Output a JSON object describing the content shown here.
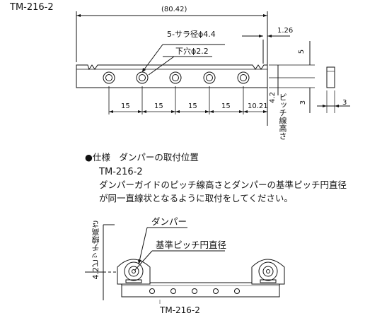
{
  "top": {
    "model": "TM-216-2",
    "overall_length": "(80.42)",
    "hole_spec": "5-サラ径ϕ4.4",
    "pilot_spec": "下穴ϕ2.2",
    "offset": "1.26",
    "pitches": [
      "15",
      "15",
      "15",
      "15",
      "10.21"
    ],
    "height_top": "5",
    "height_line": "4.2",
    "height_bottom": "3",
    "width_side": "3",
    "pitch_height_label": "ピッチ線高さ"
  },
  "spec": {
    "heading_bullet": "●",
    "heading": "仕様　ダンパーの取付位置",
    "model": "TM-216-2",
    "line1": "ダンパーガイドのピッチ線高さとダンパーの基準ピッチ円直径",
    "line2": "が同一直線状となるように取付をしてください。"
  },
  "bottom": {
    "pitch_height_label": "4.2ピッチ線高さ",
    "damper_label": "ダンパー",
    "pcd_label": "基準ピッチ円直径",
    "model": "TM-216-2"
  }
}
